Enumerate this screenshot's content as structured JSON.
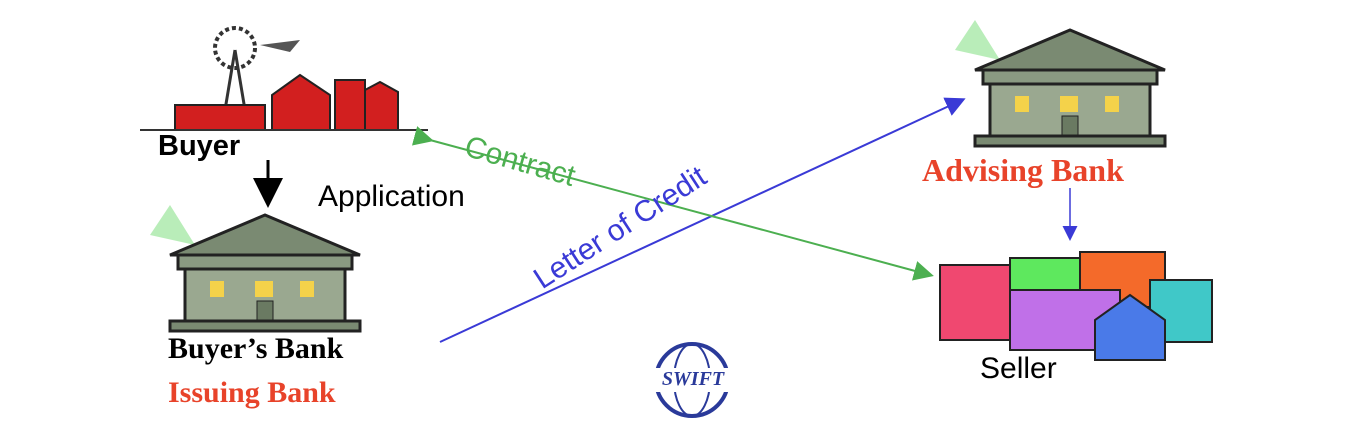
{
  "labels": {
    "buyer": "Buyer",
    "application": "Application",
    "buyers_bank": "Buyer’s Bank",
    "issuing_bank": "Issuing Bank",
    "advising_bank": "Advising Bank",
    "seller": "Seller",
    "contract": "Contract",
    "letter_of_credit": "Letter of Credit",
    "swift": "SWIFT"
  },
  "colors": {
    "contract": "#4caf50",
    "loc": "#3a3ad6",
    "bank_red": "#e8432a"
  }
}
